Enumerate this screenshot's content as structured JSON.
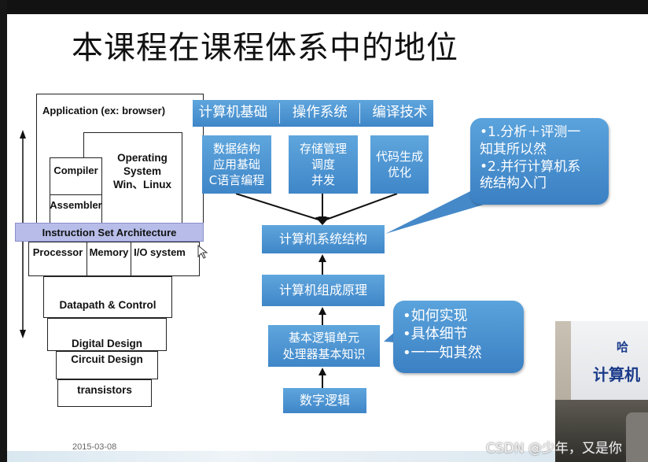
{
  "title": "本课程在课程体系中的地位",
  "stack": {
    "application": "Application (ex: browser)",
    "os_line1": "Operating",
    "os_line2": "System",
    "os_line3": "Win、Linux",
    "compiler": "Compiler",
    "assembler": "Assembler",
    "isa": "Instruction Set Architecture",
    "processor": "Processor",
    "memory": "Memory",
    "io_system": "I/O system",
    "datapath": "Datapath & Control",
    "digital_design": "Digital Design",
    "circuit_design": "Circuit Design",
    "transistors": "transistors"
  },
  "courses": {
    "top": [
      "计算机基础",
      "操作系统",
      "编译技术"
    ],
    "sub1": [
      "数据结构",
      "应用基础",
      "C语言编程"
    ],
    "sub2": [
      "存储管理",
      "调度",
      "并发"
    ],
    "sub3": [
      "代码生成",
      "优化"
    ],
    "arch": "计算机系统结构",
    "org": "计算机组成原理",
    "basic": [
      "基本逻辑单元",
      "处理器基本知识"
    ],
    "logic": "数字逻辑"
  },
  "callout1": [
    "•1.分析＋评测一",
    "知其所以然",
    "•2.并行计算机系",
    "统结构入门"
  ],
  "callout2": [
    "•如何实现",
    "•具体细节",
    "•一一知其然"
  ],
  "date": "2015-03-08",
  "watermark": "CSDN @少年，又是你",
  "video": {
    "line1": "哈",
    "line2": "计算机"
  },
  "colors": {
    "box_blue": "#4a90d2",
    "isa_band": "#b7bde8"
  }
}
